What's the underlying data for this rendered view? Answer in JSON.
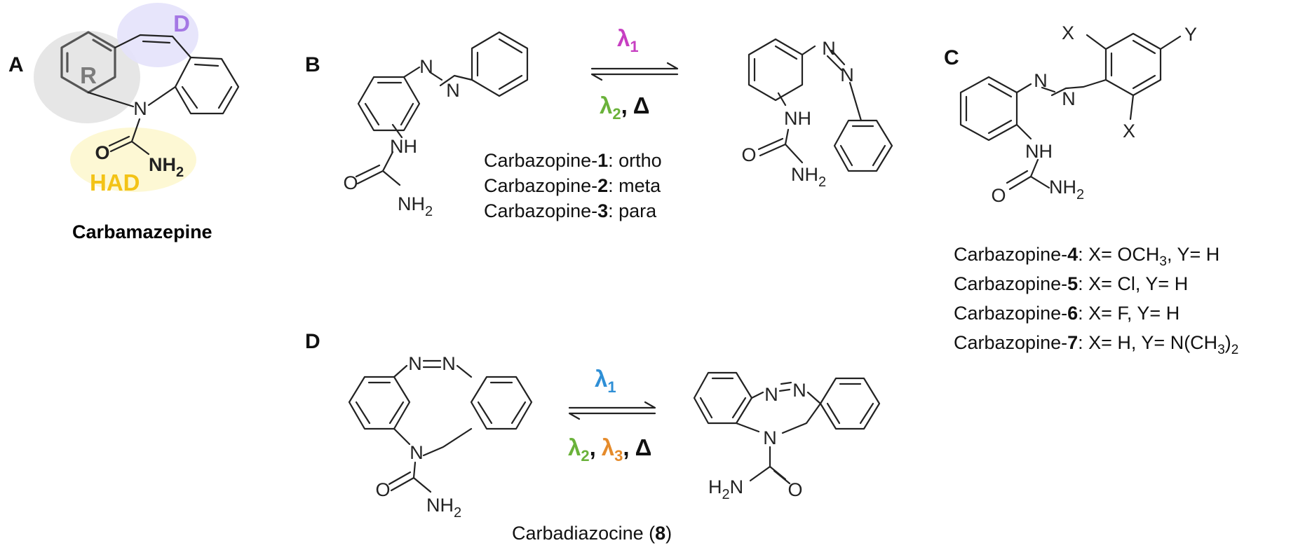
{
  "panels": {
    "a": {
      "label": "A",
      "ring_label": "R",
      "double_bond_label": "D",
      "had_label": "HAD",
      "n_atom": "N",
      "o_atom": "O",
      "nh2_atom": "NH",
      "nh2_sub": "2",
      "caption": "Carbamazepine",
      "colors": {
        "r_region": "#e6e6e6",
        "d_region": "#e4e2fb",
        "d_text": "#a477e4",
        "had_region": "#fdf8d4",
        "had_text": "#f3c317",
        "r_text": "#7b7b7b"
      }
    },
    "b": {
      "label": "B",
      "azo_n1": "N",
      "azo_n2": "N",
      "nh": "NH",
      "o": "O",
      "nh2": "NH",
      "nh2_sub": "2",
      "lambda1": "λ",
      "lambda1_sub": "1",
      "lambda2": "λ",
      "lambda2_sub": "2",
      "comma": ",",
      "delta": "Δ",
      "compounds": [
        {
          "prefix": "Carbazopine-",
          "num": "1",
          "suffix": ": ortho"
        },
        {
          "prefix": "Carbazopine-",
          "num": "2",
          "suffix": ": meta"
        },
        {
          "prefix": "Carbazopine-",
          "num": "3",
          "suffix": ": para"
        }
      ],
      "colors": {
        "lambda1": "#c73fc2",
        "lambda2": "#6ab23a"
      }
    },
    "c": {
      "label": "C",
      "x_top": "X",
      "x_bottom": "X",
      "y_sub": "Y",
      "azo_n1": "N",
      "azo_n2": "N",
      "nh": "NH",
      "o": "O",
      "nh2": "NH",
      "nh2_sub": "2",
      "compounds": [
        {
          "prefix": "Carbazopine-",
          "num": "4",
          "text1": ": X= OCH",
          "sub": "3",
          "text2": ", Y= H"
        },
        {
          "prefix": "Carbazopine-",
          "num": "5",
          "text1": ": X= Cl, Y= H",
          "sub": "",
          "text2": ""
        },
        {
          "prefix": "Carbazopine-",
          "num": "6",
          "text1": ": X= F, Y= H",
          "sub": "",
          "text2": ""
        },
        {
          "prefix": "Carbazopine-",
          "num": "7",
          "text1": ": X= H, Y= N(CH",
          "sub": "3",
          "text2": ")",
          "sub2": "2"
        }
      ]
    },
    "d": {
      "label": "D",
      "n1": "N",
      "n2": "N",
      "n3": "N",
      "o": "O",
      "nh2": "NH",
      "nh2_sub": "2",
      "h2n": "H",
      "h2n_sub": "2",
      "h2n_n": "N",
      "lambda1": "λ",
      "lambda1_sub": "1",
      "lambda2": "λ",
      "lambda2_sub": "2",
      "lambda3": "λ",
      "lambda3_sub": "3",
      "comma": ",",
      "delta": "Δ",
      "caption_prefix": "Carbadiazocine (",
      "caption_num": "8",
      "caption_suffix": ")",
      "colors": {
        "lambda1": "#2f8fd6",
        "lambda2": "#6ab23a",
        "lambda3": "#e58b2b"
      }
    }
  }
}
